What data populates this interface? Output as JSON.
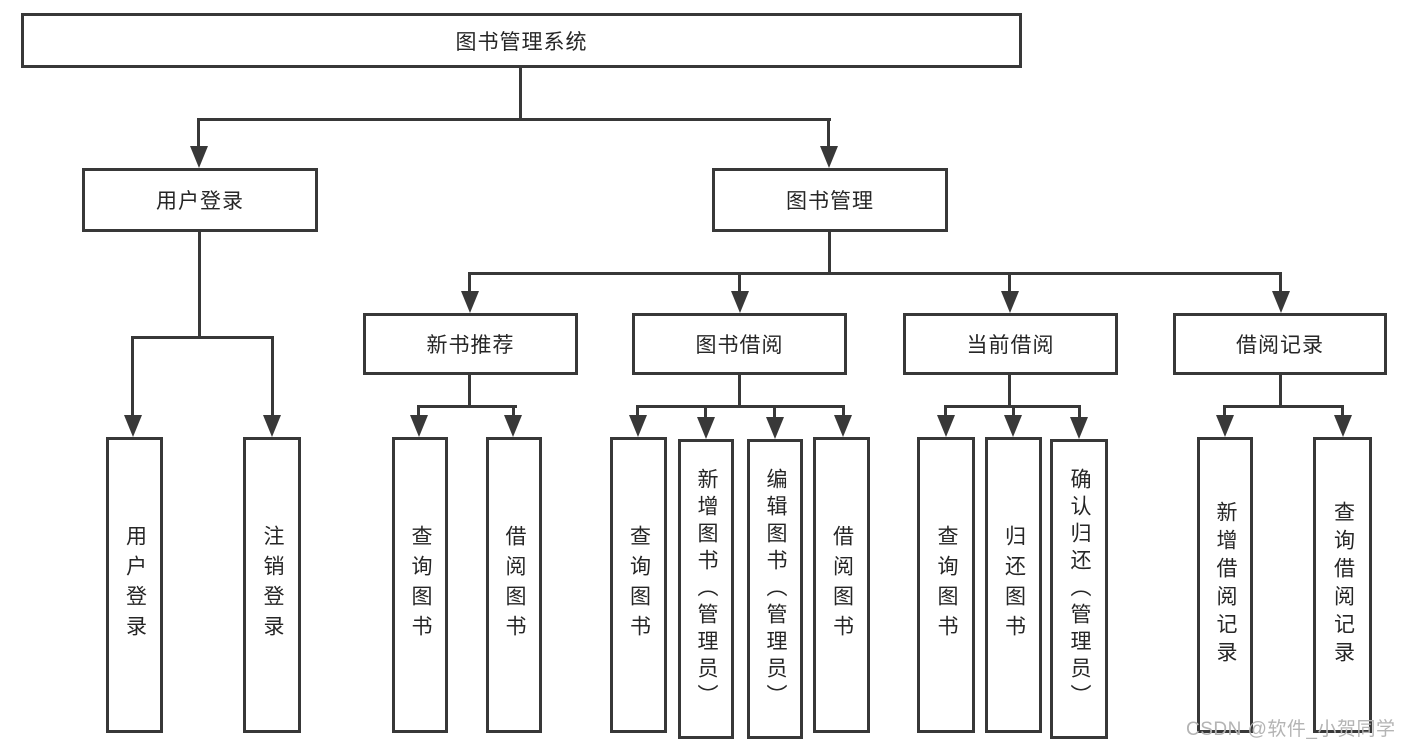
{
  "diagram": {
    "type": "hierarchy-tree",
    "title": "图书管理系统",
    "colors": {
      "line": "#383838",
      "text": "#262626",
      "background": "#ffffff",
      "watermark": "#b4b4b4"
    },
    "nodes": {
      "root": "图书管理系统",
      "user_login": "用户登录",
      "book_mgmt": "图书管理",
      "user_login_leaf": "用户登录",
      "logout_leaf": "注销登录",
      "new_book_rec": "新书推荐",
      "book_borrow": "图书借阅",
      "current_borrow": "当前借阅",
      "borrow_record": "借阅记录",
      "rec_query_book": "查询图书",
      "rec_borrow_book": "借阅图书",
      "bb_query_book": "查询图书",
      "bb_add_book": "新增图书（管理员）",
      "bb_edit_book": "编辑图书（管理员）",
      "bb_borrow_book": "借阅图书",
      "cb_query_book": "查询图书",
      "cb_return_book": "归还图书",
      "cb_confirm_return": "确认归还（管理员）",
      "br_add_record": "新增借阅记录",
      "br_query_record": "查询借阅记录"
    },
    "edges": [
      [
        "root",
        "user_login"
      ],
      [
        "root",
        "book_mgmt"
      ],
      [
        "user_login",
        "user_login_leaf"
      ],
      [
        "user_login",
        "logout_leaf"
      ],
      [
        "book_mgmt",
        "new_book_rec"
      ],
      [
        "book_mgmt",
        "book_borrow"
      ],
      [
        "book_mgmt",
        "current_borrow"
      ],
      [
        "book_mgmt",
        "borrow_record"
      ],
      [
        "new_book_rec",
        "rec_query_book"
      ],
      [
        "new_book_rec",
        "rec_borrow_book"
      ],
      [
        "book_borrow",
        "bb_query_book"
      ],
      [
        "book_borrow",
        "bb_add_book"
      ],
      [
        "book_borrow",
        "bb_edit_book"
      ],
      [
        "book_borrow",
        "bb_borrow_book"
      ],
      [
        "current_borrow",
        "cb_query_book"
      ],
      [
        "current_borrow",
        "cb_return_book"
      ],
      [
        "current_borrow",
        "cb_confirm_return"
      ],
      [
        "borrow_record",
        "br_add_record"
      ],
      [
        "borrow_record",
        "br_query_record"
      ]
    ],
    "watermark": "CSDN @软件_小贺同学"
  }
}
